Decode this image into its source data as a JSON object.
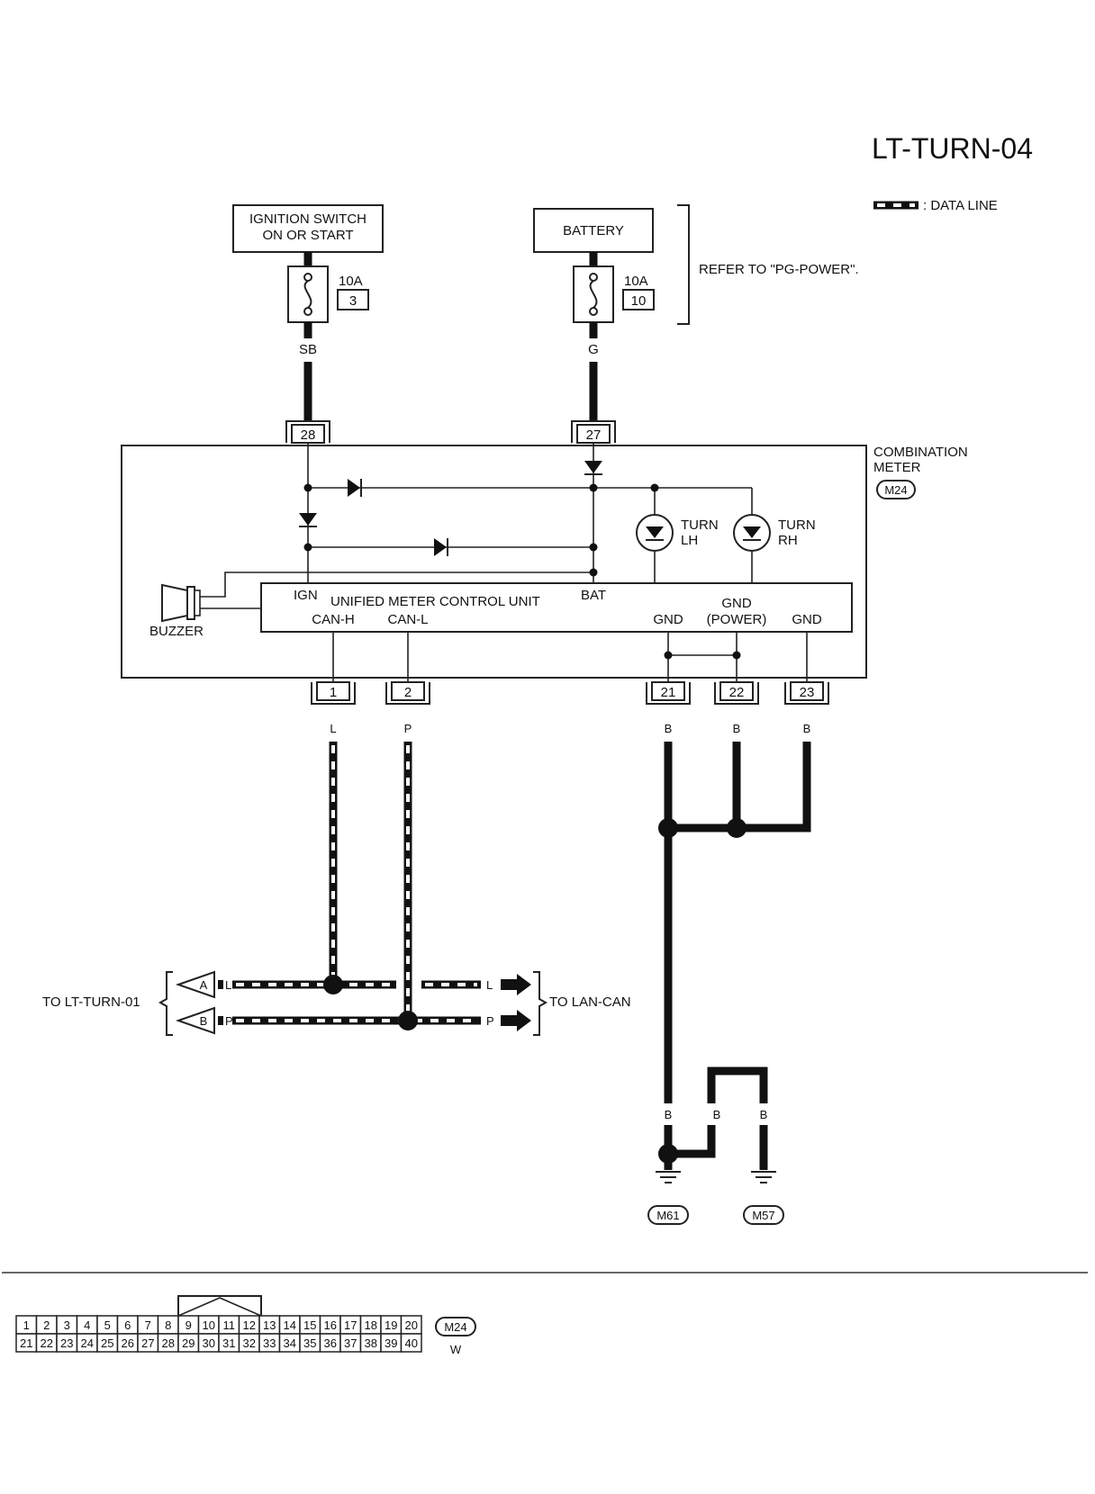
{
  "title": "LT-TURN-04",
  "legend": {
    "data_line": ": DATA LINE"
  },
  "sources": {
    "ignition": {
      "line1": "IGNITION SWITCH",
      "line2": "ON OR START"
    },
    "battery": {
      "label": "BATTERY"
    },
    "refer_note": "REFER TO \"PG-POWER\"."
  },
  "fuses": [
    {
      "rating": "10A",
      "number": "3",
      "wire_color": "SB",
      "connector_pin": "28"
    },
    {
      "rating": "10A",
      "number": "10",
      "wire_color": "G",
      "connector_pin": "27"
    }
  ],
  "meter": {
    "name_line1": "COMBINATION",
    "name_line2": "METER",
    "connector": "M24",
    "control_unit": "UNIFIED METER CONTROL UNIT",
    "ign": "IGN",
    "bat": "BAT",
    "can_h": "CAN-H",
    "can_l": "CAN-L",
    "gnd1": "GND",
    "gnd_power_line1": "GND",
    "gnd_power_line2": "(POWER)",
    "gnd2": "GND",
    "buzzer": "BUZZER",
    "turn_lh_line1": "TURN",
    "turn_lh_line2": "LH",
    "turn_rh_line1": "TURN",
    "turn_rh_line2": "RH"
  },
  "bottom_pins": [
    {
      "pin": "1",
      "wire": "L"
    },
    {
      "pin": "2",
      "wire": "P"
    },
    {
      "pin": "21",
      "wire": "B"
    },
    {
      "pin": "22",
      "wire": "B"
    },
    {
      "pin": "23",
      "wire": "B"
    }
  ],
  "can_bus": {
    "left_label": "TO LT-TURN-01",
    "right_label": "TO LAN-CAN",
    "arrow_a": "A",
    "arrow_b": "B",
    "l": "L",
    "p": "P"
  },
  "grounds": {
    "wire_b": "B",
    "ground1": "M61",
    "ground2": "M57"
  },
  "connector_face": {
    "name": "M24",
    "color": "W",
    "row1": [
      "1",
      "2",
      "3",
      "4",
      "5",
      "6",
      "7",
      "8",
      "9",
      "10",
      "11",
      "12",
      "13",
      "14",
      "15",
      "16",
      "17",
      "18",
      "19",
      "20"
    ],
    "row2": [
      "21",
      "22",
      "23",
      "24",
      "25",
      "26",
      "27",
      "28",
      "29",
      "30",
      "31",
      "32",
      "33",
      "34",
      "35",
      "36",
      "37",
      "38",
      "39",
      "40"
    ]
  }
}
